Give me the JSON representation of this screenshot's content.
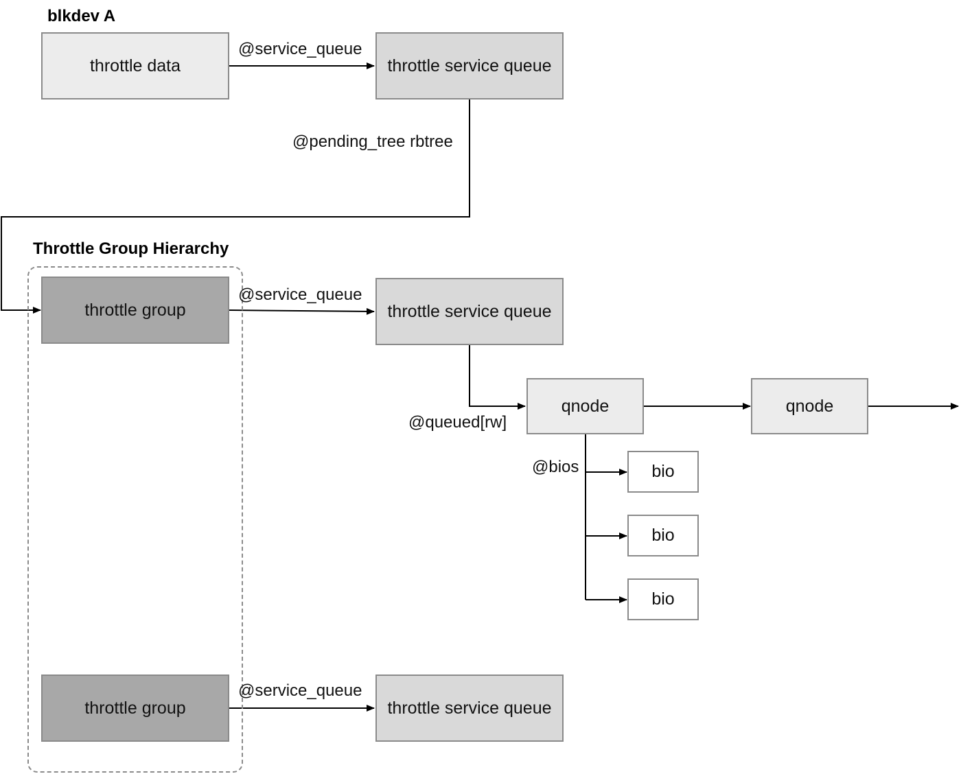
{
  "headings": {
    "blkdev": "blkdev A",
    "hierarchy": "Throttle Group Hierarchy"
  },
  "nodes": {
    "throttle_data": "throttle data",
    "tsq_top": "throttle service queue",
    "throttle_group_1": "throttle group",
    "tsq_mid": "throttle service queue",
    "qnode_1": "qnode",
    "qnode_2": "qnode",
    "bio_1": "bio",
    "bio_2": "bio",
    "bio_3": "bio",
    "throttle_group_2": "throttle group",
    "tsq_bottom": "throttle service queue"
  },
  "edge_labels": {
    "service_queue_top": "@service_queue",
    "pending_tree": "@pending_tree rbtree",
    "service_queue_mid": "@service_queue",
    "queued": "@queued[rw]",
    "bios": "@bios",
    "service_queue_bottom": "@service_queue"
  },
  "colors": {
    "light_fill": "#ececec",
    "mid_fill": "#d9d9d9",
    "dark_fill": "#a8a8a8",
    "border": "#8a8a8a",
    "line": "#000000"
  }
}
